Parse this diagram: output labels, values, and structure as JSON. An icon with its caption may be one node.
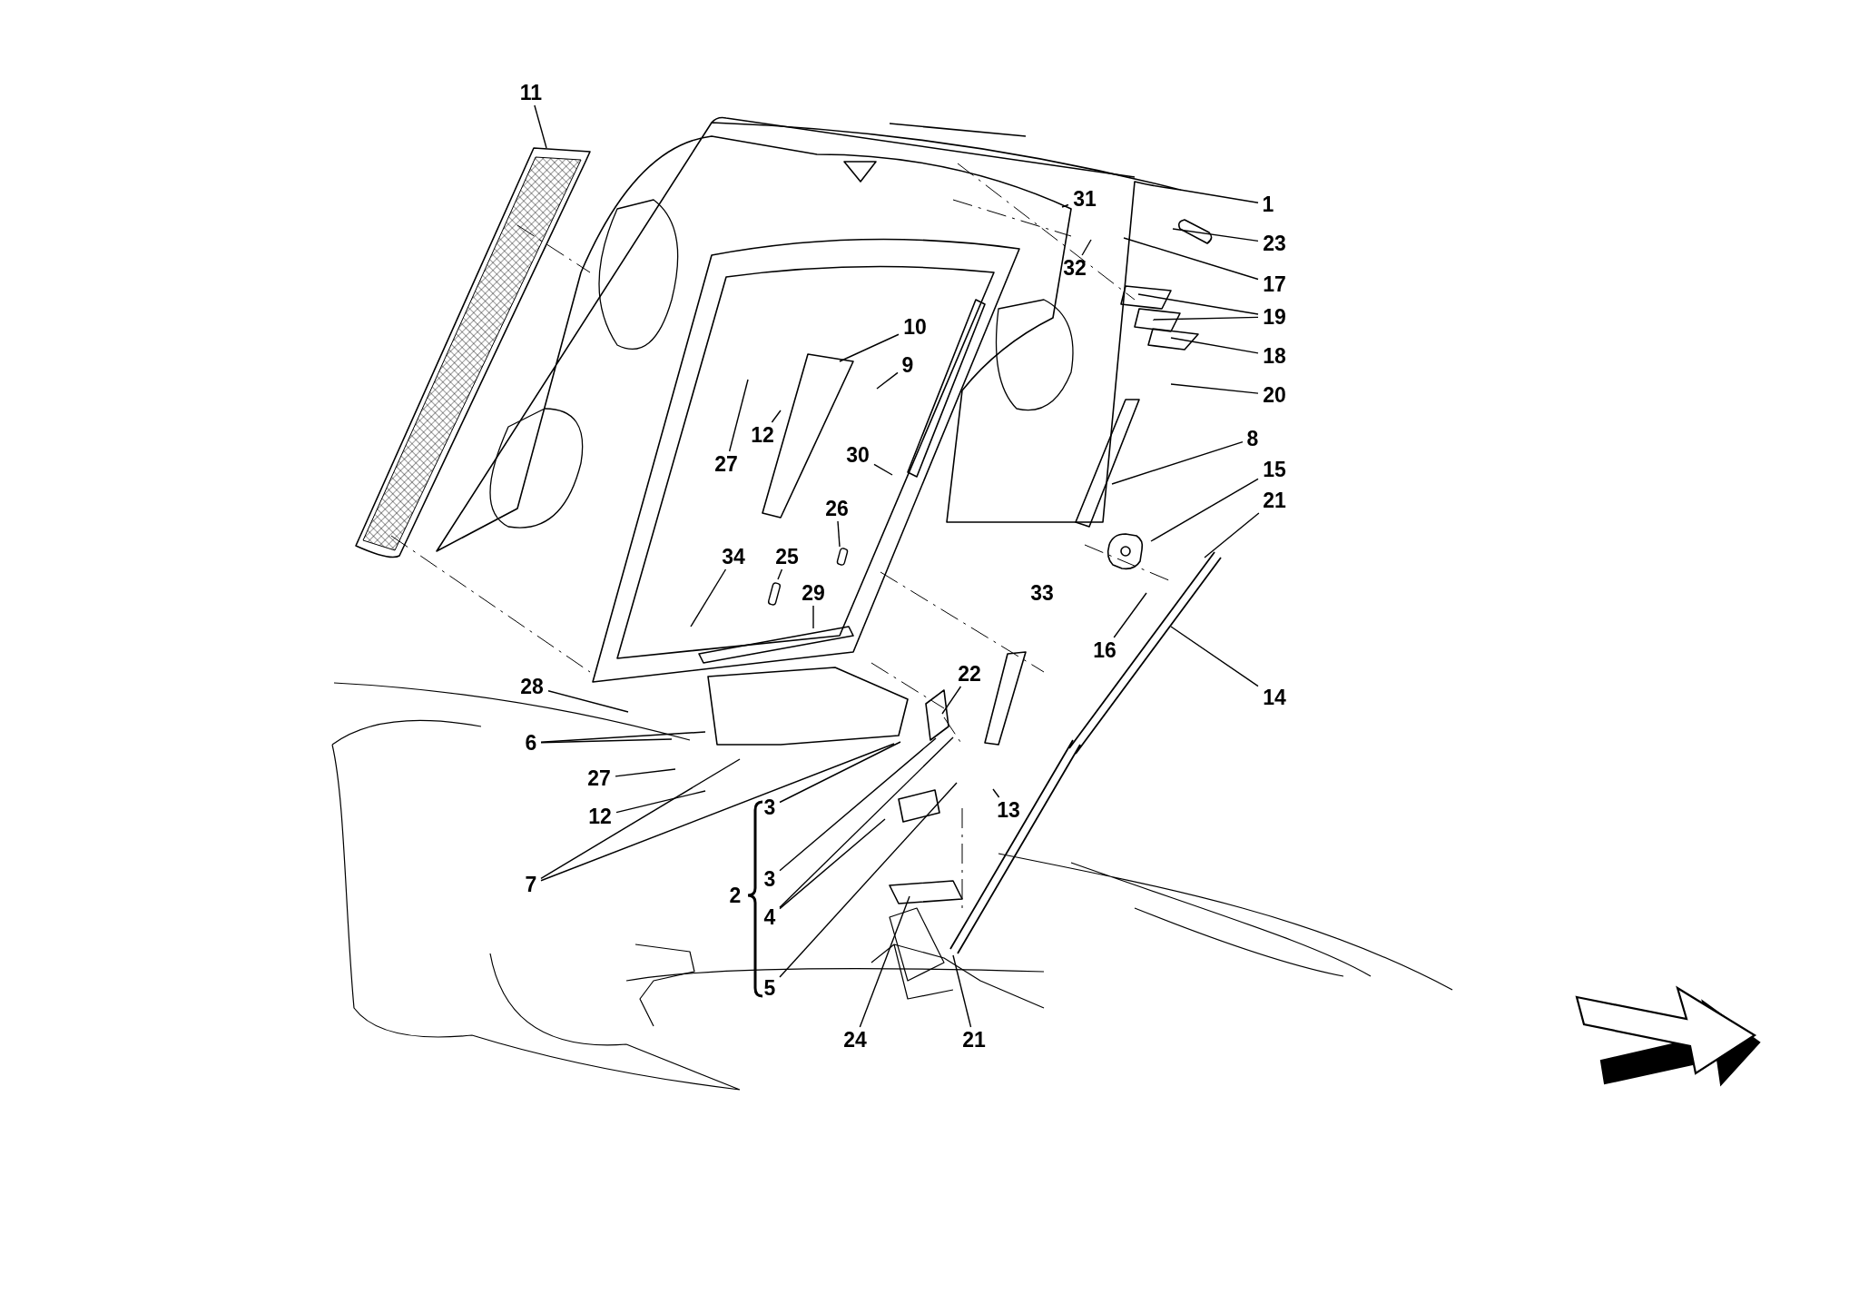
{
  "diagram": {
    "nodes": [
      {
        "text": [
          "11"
        ]
      },
      {
        "text": [
          "1"
        ]
      },
      {
        "text": [
          "31"
        ]
      },
      {
        "text": [
          "23"
        ]
      },
      {
        "text": [
          "32"
        ]
      },
      {
        "text": [
          "17"
        ]
      },
      {
        "text": [
          "19"
        ]
      },
      {
        "text": [
          "10"
        ]
      },
      {
        "text": [
          "18"
        ]
      },
      {
        "text": [
          "9"
        ]
      },
      {
        "text": [
          "20"
        ]
      },
      {
        "text": [
          "12"
        ]
      },
      {
        "text": [
          "8"
        ]
      },
      {
        "text": [
          "30"
        ]
      },
      {
        "text": [
          "27"
        ]
      },
      {
        "text": [
          "15"
        ]
      },
      {
        "text": [
          "21"
        ]
      },
      {
        "text": [
          "26"
        ]
      },
      {
        "text": [
          "25"
        ]
      },
      {
        "text": [
          "34"
        ]
      },
      {
        "text": [
          "29"
        ]
      },
      {
        "text": [
          "16"
        ]
      },
      {
        "text": [
          "22"
        ]
      },
      {
        "text": [
          "28"
        ]
      },
      {
        "text": [
          "14"
        ]
      },
      {
        "text": [
          "6"
        ]
      },
      {
        "text": [
          "27"
        ]
      },
      {
        "text": [
          "3"
        ]
      },
      {
        "text": [
          "13"
        ]
      },
      {
        "text": [
          "12"
        ]
      },
      {
        "text": [
          "3"
        ]
      },
      {
        "text": [
          "7"
        ]
      },
      {
        "text": [
          "4"
        ]
      },
      {
        "text": [
          "5"
        ]
      },
      {
        "text": [
          "24"
        ]
      },
      {
        "text": [
          "21"
        ]
      },
      {
        "text": [],
        "shape": "picture"
      },
      {
        "text": [],
        "shape": "bar"
      },
      {
        "text": [],
        "shape": "bar"
      }
    ],
    "edges": [
      {
        "from": 0,
        "to": 36,
        "arrow": "none"
      },
      {
        "from": 1,
        "to": null,
        "arrow": "none"
      },
      {
        "from": 2,
        "to": null,
        "arrow": "none"
      },
      {
        "from": 3,
        "to": null,
        "arrow": "none"
      },
      {
        "from": 4,
        "to": null,
        "arrow": "none"
      },
      {
        "from": 5,
        "to": null,
        "arrow": "none"
      },
      {
        "from": 6,
        "to": null,
        "arrow": "none"
      },
      {
        "from": 6,
        "to": null,
        "arrow": "none"
      },
      {
        "from": 7,
        "to": null,
        "arrow": "none"
      },
      {
        "from": 8,
        "to": null,
        "arrow": "none"
      },
      {
        "from": 9,
        "to": null,
        "arrow": "none"
      },
      {
        "from": 10,
        "to": null,
        "arrow": "none"
      },
      {
        "from": 11,
        "to": null,
        "arrow": "none"
      },
      {
        "from": 12,
        "to": null,
        "arrow": "none"
      },
      {
        "from": 13,
        "to": null,
        "arrow": "none"
      },
      {
        "from": 14,
        "to": null,
        "arrow": "none"
      },
      {
        "from": 15,
        "to": null,
        "arrow": "none"
      },
      {
        "from": 16,
        "to": null,
        "arrow": "none"
      },
      {
        "from": 17,
        "to": 37,
        "arrow": "none"
      },
      {
        "from": 18,
        "to": 38,
        "arrow": "none"
      },
      {
        "from": 19,
        "to": null,
        "arrow": "none"
      },
      {
        "from": 20,
        "to": null,
        "arrow": "none"
      },
      {
        "from": 21,
        "to": null,
        "arrow": "none"
      },
      {
        "from": 22,
        "to": null,
        "arrow": "none"
      },
      {
        "from": 23,
        "to": null,
        "arrow": "none"
      },
      {
        "from": 24,
        "to": null,
        "arrow": "none"
      },
      {
        "from": 25,
        "to": null,
        "arrow": "none"
      },
      {
        "from": 25,
        "to": null,
        "arrow": "none"
      },
      {
        "from": 26,
        "to": null,
        "arrow": "none"
      },
      {
        "from": 27,
        "to": null,
        "arrow": "none"
      },
      {
        "from": 28,
        "to": null,
        "arrow": "none"
      },
      {
        "from": 29,
        "to": null,
        "arrow": "none"
      },
      {
        "from": 30,
        "to": null,
        "arrow": "none"
      },
      {
        "from": 31,
        "to": null,
        "arrow": "none"
      },
      {
        "from": 31,
        "to": null,
        "arrow": "none"
      },
      {
        "from": 32,
        "to": null,
        "arrow": "none"
      },
      {
        "from": 32,
        "to": null,
        "arrow": "none"
      },
      {
        "from": 33,
        "to": null,
        "arrow": "none"
      },
      {
        "from": 34,
        "to": null,
        "arrow": "none"
      },
      {
        "from": 35,
        "to": null,
        "arrow": "none"
      }
    ],
    "labels": [
      "33",
      "2"
    ]
  }
}
